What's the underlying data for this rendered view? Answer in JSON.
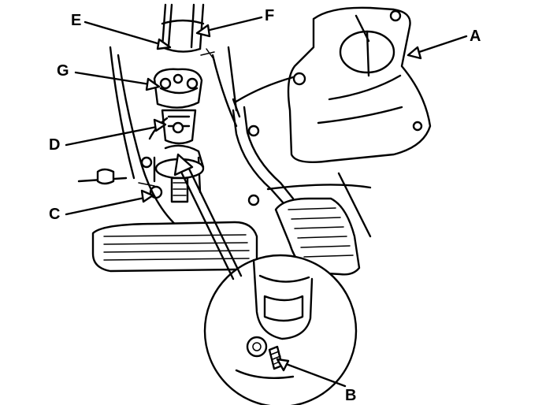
{
  "callouts": {
    "a": "A",
    "b": "B",
    "c": "C",
    "d": "D",
    "e": "E",
    "f": "F",
    "g": "G"
  },
  "colors": {
    "ink": "#000000",
    "paper": "#ffffff"
  }
}
